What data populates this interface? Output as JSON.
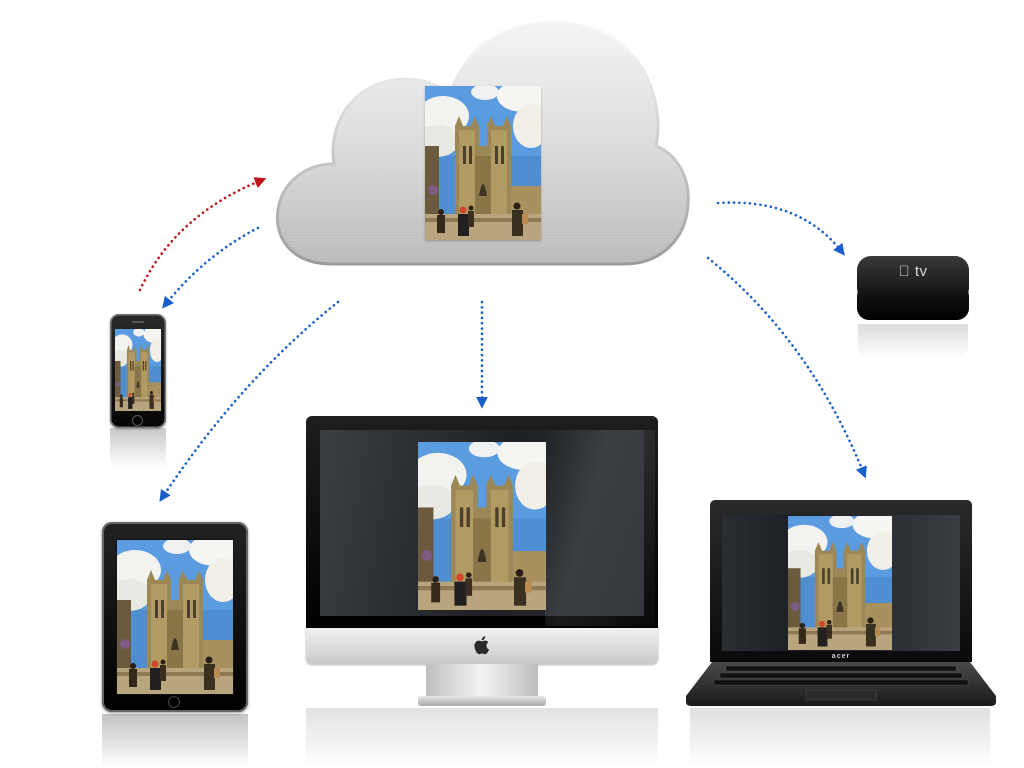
{
  "diagram": {
    "devices": [
      {
        "id": "iphone"
      },
      {
        "id": "ipad"
      },
      {
        "id": "imac",
        "logo": "apple-logo-icon"
      },
      {
        "id": "apple-tv",
        "label": "tv",
        "logo": "apple-logo-icon"
      },
      {
        "id": "laptop",
        "brand": "acer"
      }
    ],
    "cloud": {
      "icon": "cloud-icon",
      "content": "photo"
    },
    "connections": [
      {
        "from": "iphone",
        "to": "cloud",
        "color": "#c0161b",
        "style": "dotted"
      },
      {
        "from": "cloud",
        "to": "iphone",
        "color": "#1a5fc9",
        "style": "dotted"
      },
      {
        "from": "cloud",
        "to": "ipad",
        "color": "#1a5fc9",
        "style": "dotted"
      },
      {
        "from": "cloud",
        "to": "imac",
        "color": "#1a5fc9",
        "style": "dotted"
      },
      {
        "from": "cloud",
        "to": "apple-tv",
        "color": "#1a5fc9",
        "style": "dotted"
      },
      {
        "from": "cloud",
        "to": "laptop",
        "color": "#1a5fc9",
        "style": "dotted"
      }
    ]
  },
  "colors": {
    "upload_arrow": "#c0161b",
    "download_arrow": "#1a5fc9",
    "cloud_silver": "#d6d6d6",
    "background": "#ffffff"
  }
}
